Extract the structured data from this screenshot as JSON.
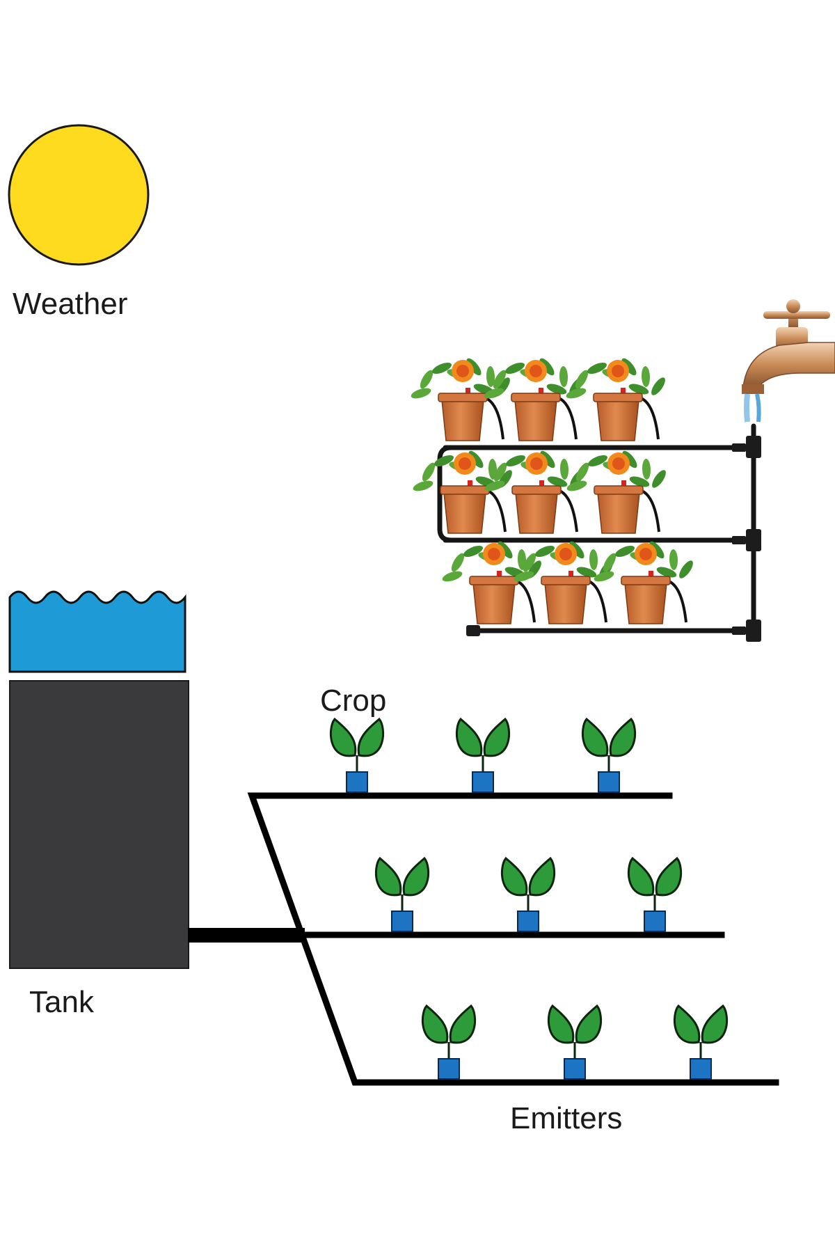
{
  "labels": {
    "weather": "Weather",
    "crop": "Crop",
    "tank": "Tank",
    "emitters": "Emitters"
  },
  "icons": {
    "sun": "sun-icon",
    "faucet": "faucet-icon",
    "potted_flower": "potted-flower-icon",
    "seedling": "seedling-icon",
    "emitter": "emitter-icon"
  },
  "colors": {
    "sun": "#FEDB1F",
    "water": "#1E9AD6",
    "tank": "#3A393B",
    "pipe": "#000000",
    "leaf": "#2E9B3A",
    "emitter": "#1D74C2",
    "pot": "#D3763F",
    "flower": "#F28A1B",
    "faucet": "#C98B57"
  },
  "photo_rack": {
    "rows": 3,
    "pots_per_row": 3
  },
  "drip_rows": {
    "rows": 3,
    "plants_per_row": 3
  }
}
